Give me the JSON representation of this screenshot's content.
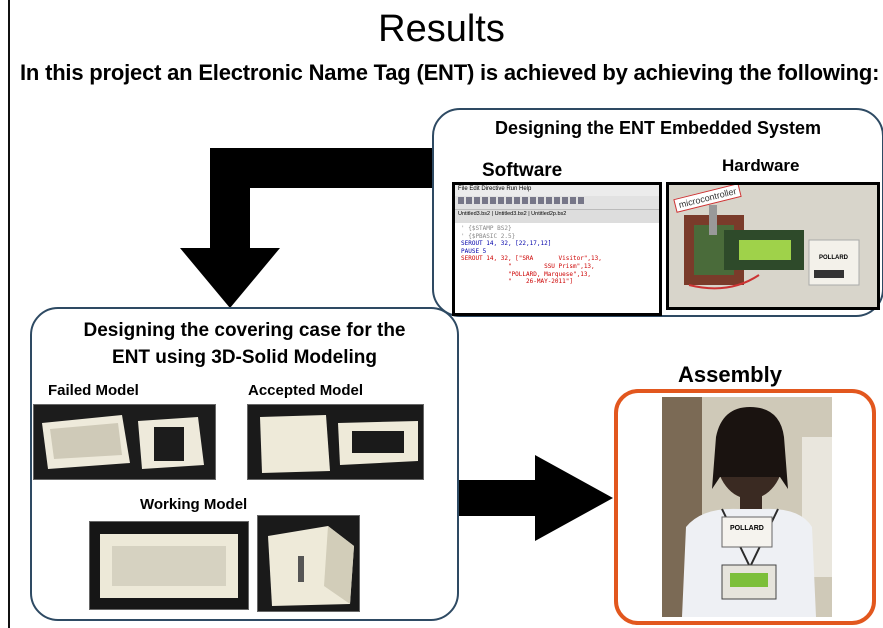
{
  "slide": {
    "title": "Results",
    "intro": "In this project an Electronic Name Tag (ENT) is achieved by achieving the following:"
  },
  "embedded": {
    "heading": "Designing the ENT Embedded System",
    "software_label": "Software",
    "hardware_label": "Hardware",
    "software_window": {
      "menu": "File   Edit   Directive   Run   Help",
      "tabs": "Untitled3.bs2 | Untitled3.bs2 | Untitled2p.bs2",
      "code_lines": [
        "' {$STAMP BS2}",
        "' {$PBASIC 2.5}",
        "SEROUT 14, 32, [22,17,12]",
        "PAUSE 5",
        "SEROUT 14, 32, [\"SRA       Visitor\",13,",
        "             \"         SSU Prism\",13,",
        "             \"POLLARD, Marquese\",13,",
        "             \"    26-MAY-2011\"]"
      ]
    },
    "hardware_tag": "microcontroller",
    "badge_text": "POLLARD"
  },
  "casing": {
    "heading_line1": "Designing the covering case for the",
    "heading_line2": "ENT using 3D-Solid Modeling",
    "failed_label": "Failed Model",
    "accepted_label": "Accepted Model",
    "working_label": "Working Model"
  },
  "assembly": {
    "label": "Assembly",
    "badge_name": "POLLARD"
  },
  "colors": {
    "box_border": "#2e4a63",
    "assembly_border": "#e2571e",
    "arrow": "#000000"
  }
}
